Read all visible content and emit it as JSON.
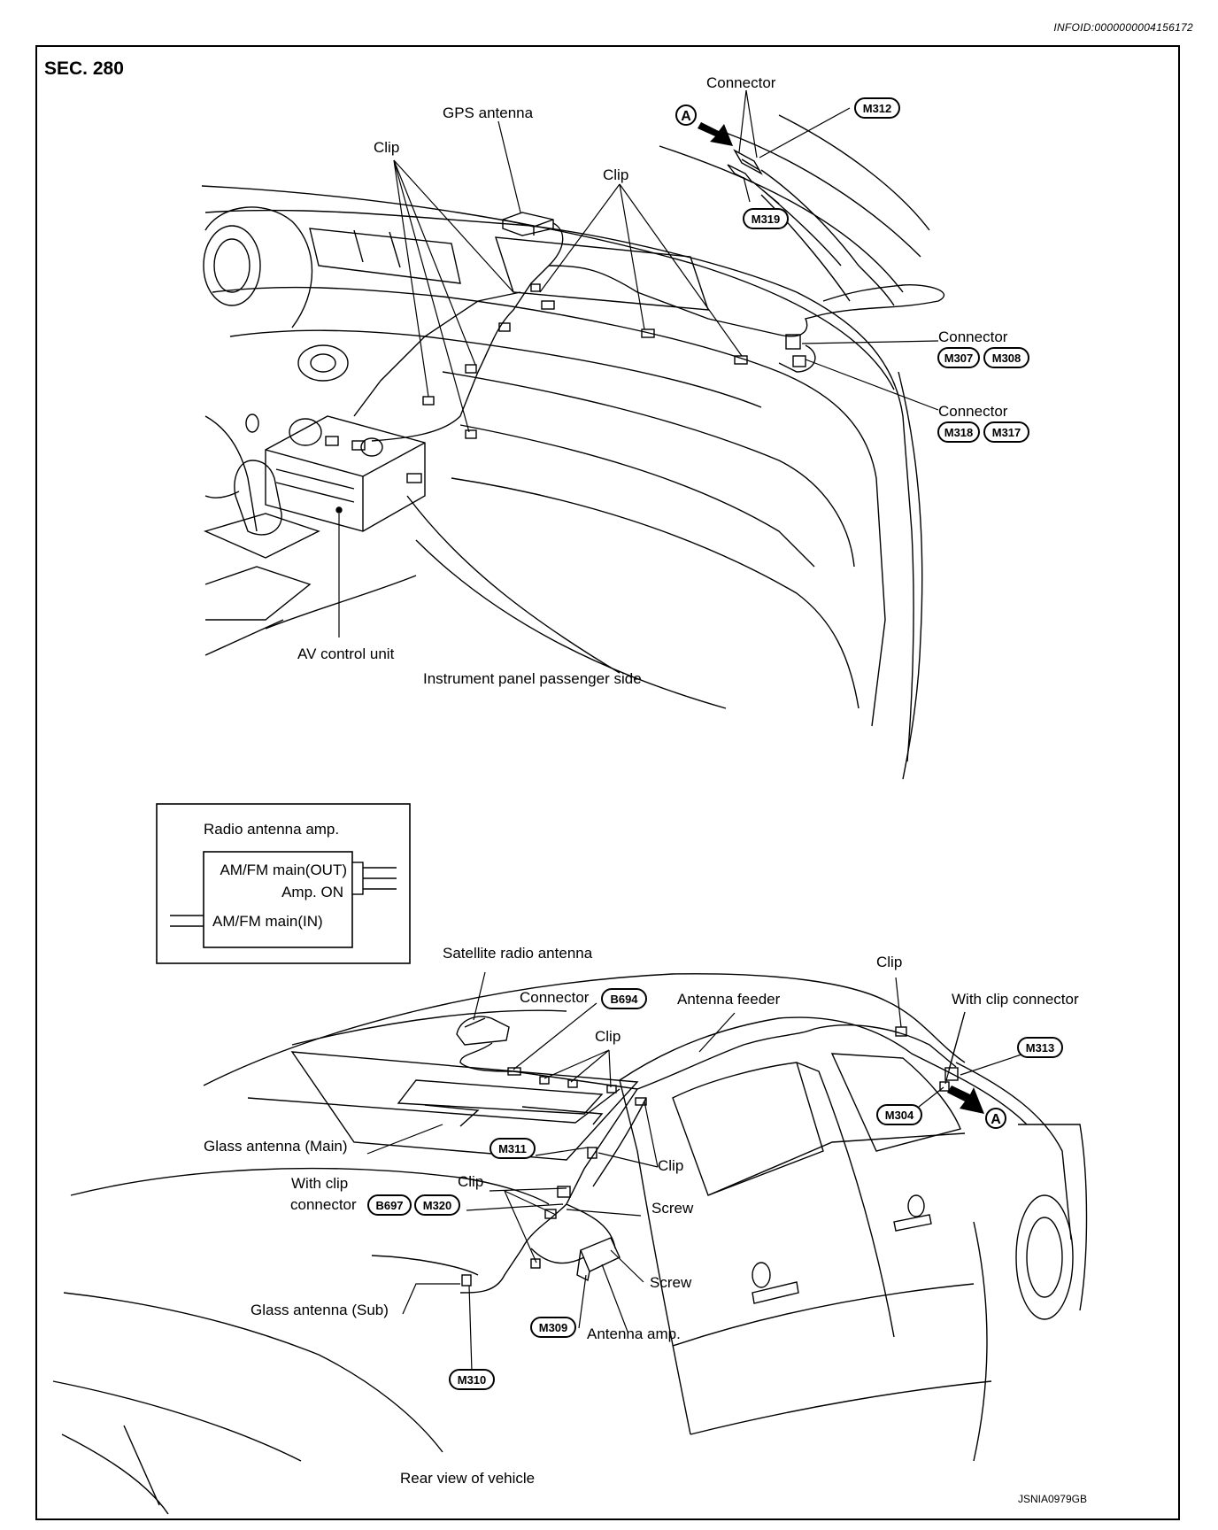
{
  "infoid": "INFOID:0000000004156172",
  "section": "SEC. 280",
  "figure_code": "JSNIA0979GB",
  "view_labels": {
    "instrument_panel": "Instrument panel passenger side",
    "rear_view": "Rear view of vehicle"
  },
  "labels": {
    "gps_antenna": "GPS antenna",
    "clip": "Clip",
    "connector": "Connector",
    "av_control_unit": "AV control unit",
    "satellite_radio_antenna": "Satellite radio antenna",
    "antenna_feeder": "Antenna feeder",
    "with_clip_connector": "With clip connector",
    "glass_antenna_main": "Glass antenna (Main)",
    "glass_antenna_sub": "Glass antenna (Sub)",
    "with_clip": "With clip",
    "connector_lower": "connector",
    "screw": "Screw",
    "antenna_amp": "Antenna amp.",
    "view_a": "A"
  },
  "connector_tags": {
    "m312": "M312",
    "m319": "M319",
    "m307": "M307",
    "m308": "M308",
    "m318": "M318",
    "m317": "M317",
    "b694": "B694",
    "m313": "M313",
    "m304": "M304",
    "m311": "M311",
    "b697": "B697",
    "m320": "M320",
    "m309": "M309",
    "m310": "M310"
  },
  "amp_box": {
    "title": "Radio antenna amp.",
    "out_label": "AM/FM main(OUT)",
    "amp_on_label": "Amp. ON",
    "in_label": "AM/FM main(IN)"
  }
}
